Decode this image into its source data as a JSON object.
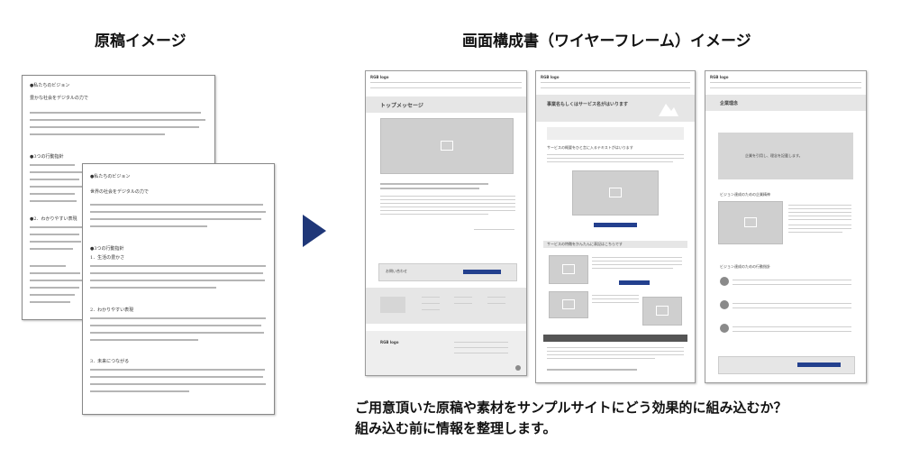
{
  "left_title": "原稿イメージ",
  "right_title": "画面構成書（ワイヤーフレーム）イメージ",
  "caption_line1": "ご用意頂いた原稿や素材をサンプルサイトにどう効果的に組み込むか？",
  "caption_line2": "組み込む前に情報を整理します。",
  "doc_back": {
    "heading1": "●私たちのビジョン",
    "sub1": "豊かな社会をデジタルの力で",
    "heading2": "●3つの行動指針",
    "heading3": "●2．わかりやすい表現"
  },
  "doc_front": {
    "heading1": "●私たちのビジョン",
    "sub1": "世界の社会をデジタルの力で",
    "heading2": "●3つの行動指針",
    "item1": "1．生活の豊かさ",
    "item2": "2．わかりやすい表現",
    "item3": "3．未来につながる"
  },
  "wf1": {
    "logo": "RGB logo",
    "heading": "トップメッセージ",
    "cta": "お問い合わせ"
  },
  "wf2": {
    "logo": "RGB logo",
    "hero": "事業名もしくはサービス名がはいります",
    "sub1": "サービスの概要をひと言に入るテキストがはいります",
    "sub2": "サービスの特徴をかんたんに表記はこちらです"
  },
  "wf3": {
    "logo": "RGB logo",
    "heading": "企業理念",
    "banner": "企業を引用し、理念を記載します。",
    "sec1": "ビジョン達成のための企業精神",
    "sec2": "ビジョン達成のための行動指針"
  },
  "colors": {
    "accent": "#23408e",
    "arrow": "#1f3778"
  }
}
